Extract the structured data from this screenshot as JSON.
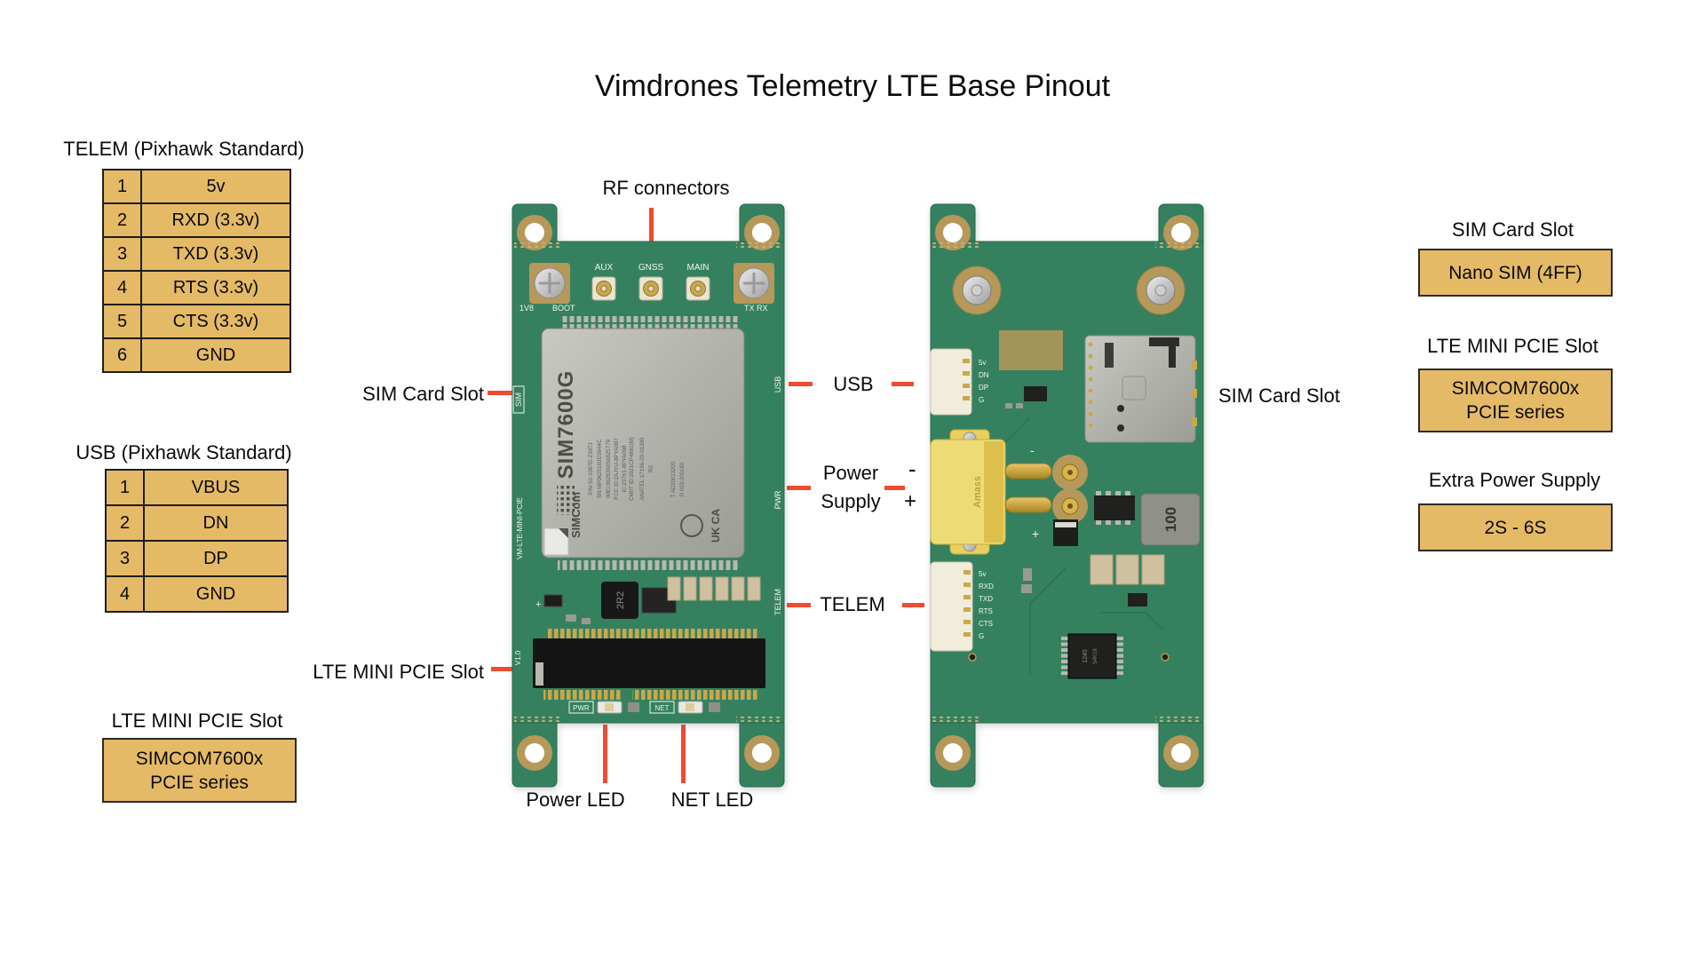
{
  "title": "Vimdrones Telemetry LTE Base Pinout",
  "colors": {
    "highlight_box": "#E5BA66",
    "pointer_red": "#F04B32",
    "pcb_green": "#35815F",
    "pad_gold": "#B6985A"
  },
  "left_panel": {
    "telem": {
      "title": "TELEM (Pixhawk Standard)",
      "rows": [
        {
          "pin": "1",
          "signal": "5v"
        },
        {
          "pin": "2",
          "signal": "RXD (3.3v)"
        },
        {
          "pin": "3",
          "signal": "TXD (3.3v)"
        },
        {
          "pin": "4",
          "signal": "RTS (3.3v)"
        },
        {
          "pin": "5",
          "signal": "CTS (3.3v)"
        },
        {
          "pin": "6",
          "signal": "GND"
        }
      ]
    },
    "usb": {
      "title": "USB (Pixhawk Standard)",
      "rows": [
        {
          "pin": "1",
          "signal": "VBUS"
        },
        {
          "pin": "2",
          "signal": "DN"
        },
        {
          "pin": "3",
          "signal": "DP"
        },
        {
          "pin": "4",
          "signal": "GND"
        }
      ]
    },
    "pcie": {
      "title": "LTE MINI PCIE Slot",
      "line1": "SIMCOM7600x",
      "line2": "PCIE series"
    }
  },
  "right_panel": {
    "sim": {
      "title": "SIM Card Slot",
      "value": "Nano SIM (4FF)"
    },
    "pcie": {
      "title": "LTE MINI PCIE Slot",
      "line1": "SIMCOM7600x",
      "line2": "PCIE series"
    },
    "extra_power": {
      "title": "Extra Power Supply",
      "value": "2S - 6S"
    }
  },
  "callouts": {
    "rf_connectors": "RF connectors",
    "sim_card_slot_front": "SIM Card Slot",
    "usb": "USB",
    "power_line1": "Power",
    "power_line2": "Supply",
    "power_minus": "-",
    "power_plus": "+",
    "telem": "TELEM",
    "lte_mini_pcie_slot": "LTE MINI PCIE Slot",
    "power_led": "Power LED",
    "net_led": "NET LED",
    "sim_card_slot_back": "SIM Card Slot"
  },
  "board_front": {
    "rf_ports": [
      "AUX",
      "GNSS",
      "MAIN"
    ],
    "silkscreen": {
      "v1v8": "1V8",
      "boot": "BOOT",
      "tx_rx": "TX RX",
      "sim": "SIM",
      "slot_name": "VM-LTE-MINI-PCIE",
      "version": "V1.0",
      "usb": "USB",
      "pwr": "PWR",
      "telem": "TELEM",
      "pwr_led": "PWR",
      "net_led": "NET"
    },
    "module": {
      "name": "SIM7600G",
      "brand": "SIMCom",
      "info_lines": [
        "P/N:S2-1097D-Z307J",
        "SN:MP0625163D3644C",
        "IMEI:862636056825779",
        "FCC ID:2AJYU-8PYA007",
        "IC:23761-8PYA008",
        "CMIIT ID:2021CP4881(M)",
        "ANATEL:17196-20-01380",
        "R2"
      ],
      "telec_t": "T AD20013200",
      "telec_r": "R 003-200160",
      "ukca": "UK CA"
    },
    "inductor": "2R2"
  },
  "board_back": {
    "usb_pins": [
      "5v",
      "DN",
      "DP",
      "G"
    ],
    "telem_pins": [
      "5v",
      "RXD",
      "TXD",
      "RTS",
      "CTS",
      "G"
    ],
    "xt30_brand": "Amass",
    "pad_minus": "-",
    "pad_plus": "+",
    "inductor": "100",
    "ic_line1": "1245",
    "ic_line2": "54K18"
  }
}
